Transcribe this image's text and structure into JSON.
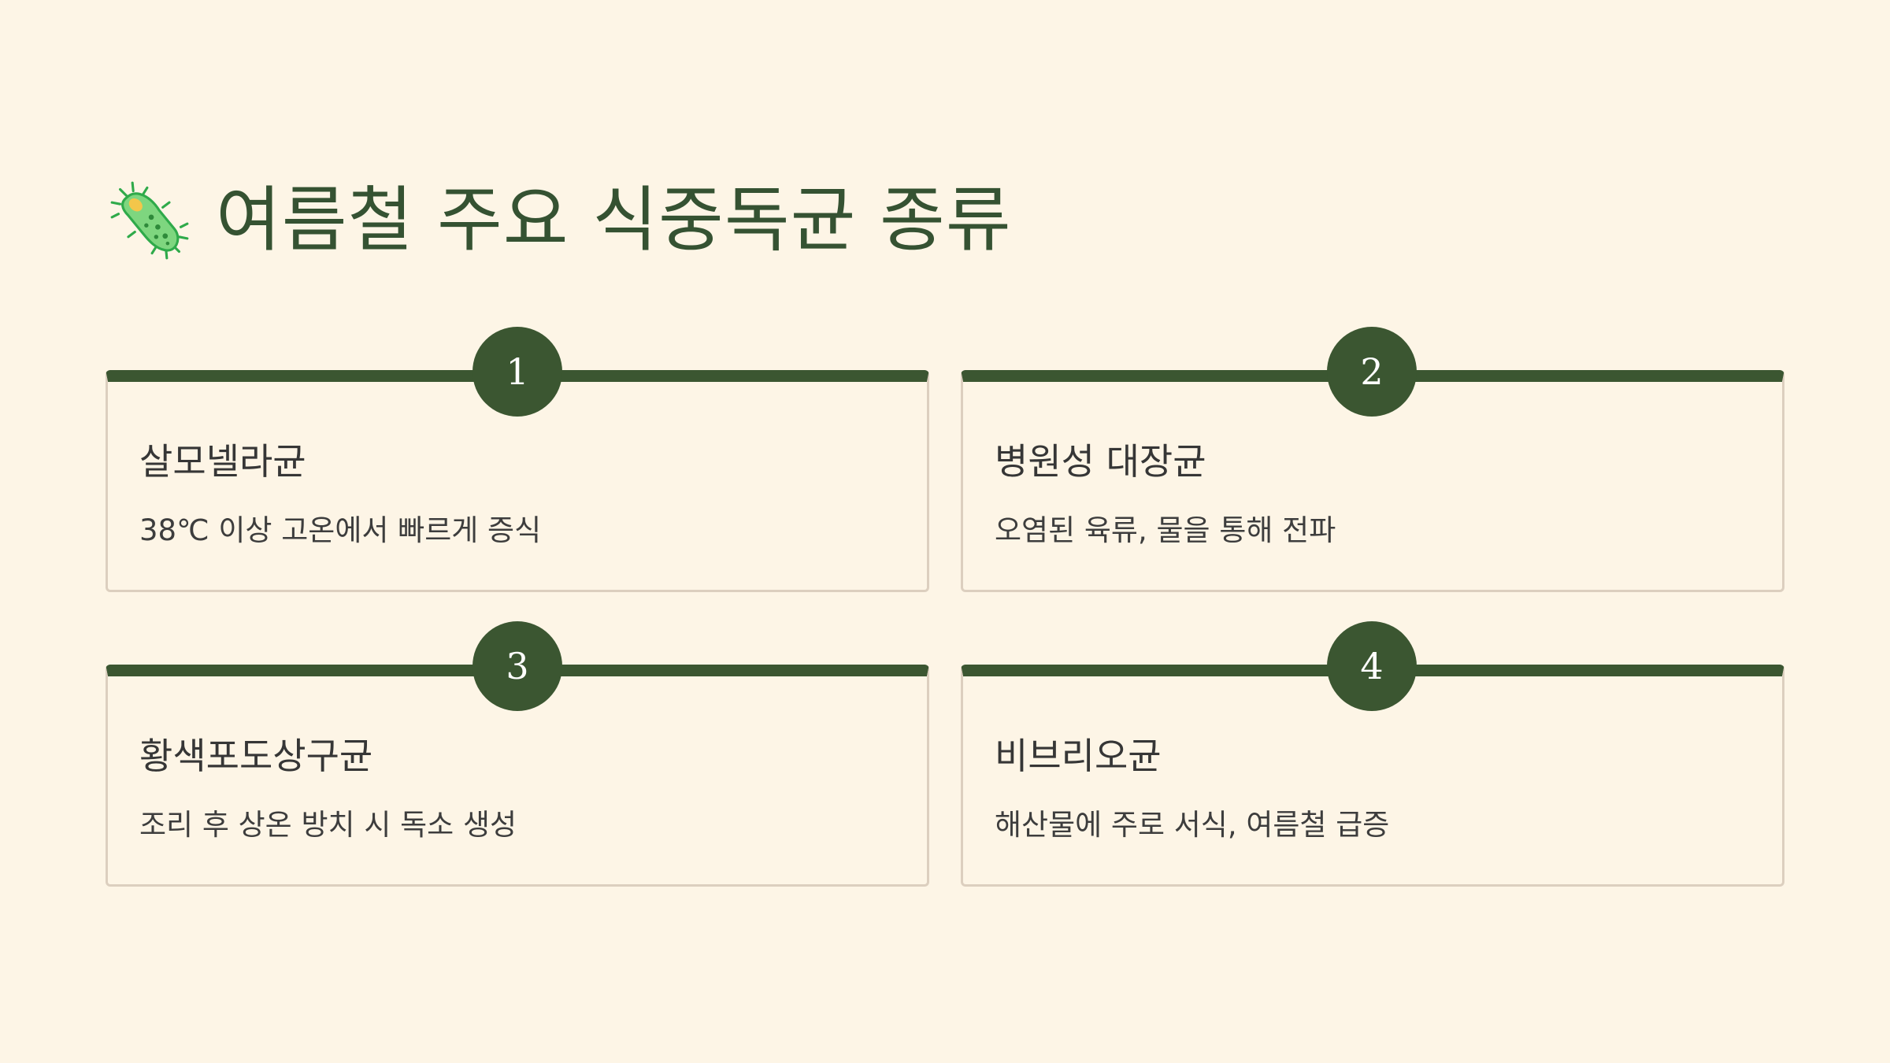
{
  "title": {
    "icon": "microbe-icon",
    "text": "여름철 주요 식중독균 종류"
  },
  "colors": {
    "background": "#fdf5e6",
    "accent": "#3b5631",
    "title": "#355232",
    "card_border": "#dccfbf"
  },
  "cards": [
    {
      "number": "1",
      "name": "살모넬라균",
      "description": "38℃ 이상 고온에서 빠르게 증식"
    },
    {
      "number": "2",
      "name": "병원성 대장균",
      "description": "오염된 육류, 물을 통해 전파"
    },
    {
      "number": "3",
      "name": "황색포도상구균",
      "description": "조리 후 상온 방치 시 독소 생성"
    },
    {
      "number": "4",
      "name": "비브리오균",
      "description": "해산물에 주로 서식, 여름철 급증"
    }
  ]
}
